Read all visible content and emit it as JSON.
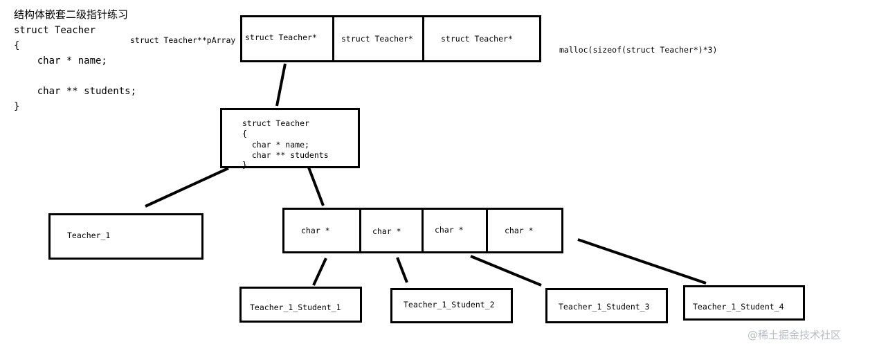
{
  "code": {
    "title": "结构体嵌套二级指针练习",
    "lines": [
      "struct Teacher",
      "{",
      "    char * name;",
      "",
      "    char ** students;",
      "}"
    ]
  },
  "labels": {
    "pArray": "struct Teacher**pArray",
    "malloc": "malloc(sizeof(struct Teacher*)*3)"
  },
  "pointer_array": [
    "struct Teacher*",
    "struct Teacher*",
    "struct Teacher*"
  ],
  "struct_box": {
    "lines": [
      "struct Teacher",
      "{",
      "  char * name;",
      "  char ** students",
      "}"
    ]
  },
  "teacher_node": "Teacher_1",
  "char_array": [
    "char *",
    "char *",
    "char *",
    "char *"
  ],
  "students": [
    "Teacher_1_Student_1",
    "Teacher_1_Student_2",
    "Teacher_1_Student_3",
    "Teacher_1_Student_4"
  ],
  "watermark": "@稀土掘金技术社区"
}
